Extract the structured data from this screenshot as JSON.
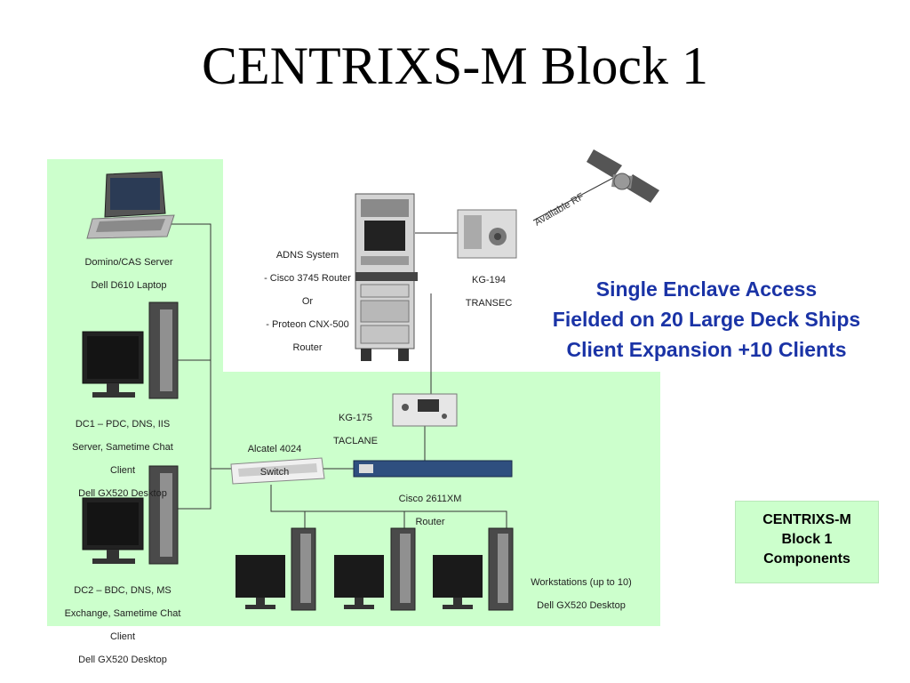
{
  "slide": {
    "title": "CENTRIXS-M Block 1"
  },
  "devices": {
    "domino": {
      "line1": "Domino/CAS Server",
      "line2": "Dell D610 Laptop"
    },
    "dc1": {
      "line1": "DC1 – PDC, DNS, IIS",
      "line2": "Server, Sametime Chat",
      "line3": "Client",
      "line4": "Dell GX520 Desktop"
    },
    "dc2": {
      "line1": "DC2 – BDC, DNS, MS",
      "line2": "Exchange, Sametime Chat",
      "line3": "Client",
      "line4": "Dell GX520 Desktop"
    },
    "adns": {
      "line1": "ADNS System",
      "line2": "- Cisco 3745 Router",
      "line3": "Or",
      "line4": "- Proteon CNX-500",
      "line5": "Router"
    },
    "kg194": {
      "line1": "KG-194",
      "line2": "TRANSEC"
    },
    "kg175": {
      "line1": "KG-175",
      "line2": "TACLANE"
    },
    "alcatel": {
      "line1": "Alcatel 4024",
      "line2": "Switch"
    },
    "cisco2611": {
      "line1": "Cisco 2611XM",
      "line2": "Router"
    },
    "workstations": {
      "line1": "Workstations (up to 10)",
      "line2": "Dell GX520 Desktop"
    },
    "available_rf": "Available RF"
  },
  "info": {
    "line1": "Single Enclave Access",
    "line2": "Fielded on 20 Large Deck Ships",
    "line3": "Client Expansion +10 Clients"
  },
  "components_box": {
    "line1": "CENTRIXS-M",
    "line2": "Block 1",
    "line3": "Components"
  },
  "colors": {
    "panel_bg": "#ccffcc",
    "info_text": "#1a33a6",
    "connector": "#333333"
  }
}
